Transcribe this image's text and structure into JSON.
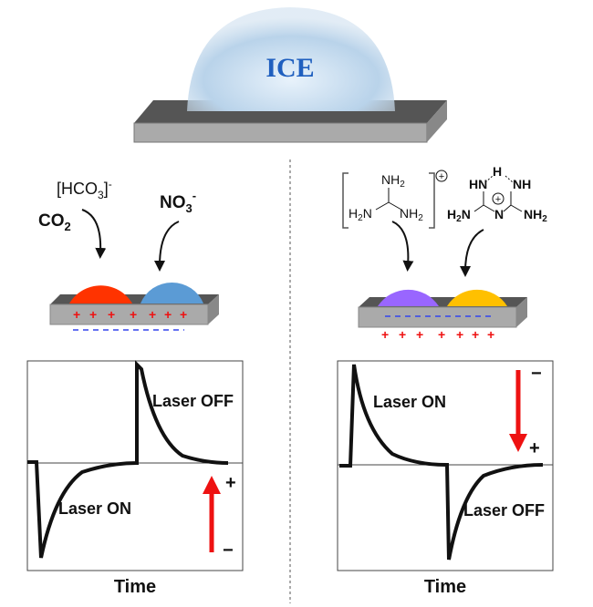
{
  "top": {
    "ice_label": "ICE"
  },
  "left_panel": {
    "species": {
      "bicarbonate": "[HCO",
      "bicarbonate_sub": "3",
      "bicarbonate_sup": "-",
      "co2": "CO",
      "co2_sub": "2",
      "nitrate": "NO",
      "nitrate_sub": "3",
      "nitrate_sup": "-"
    },
    "surface_charge_top": "+",
    "surface_charge_bottom": "−",
    "graph": {
      "label_off": "Laser OFF",
      "label_on": "Laser ON",
      "arrow_plus": "+",
      "arrow_minus": "−",
      "xlabel": "Time"
    }
  },
  "right_panel": {
    "guanidinium": {
      "nh2_top": "NH",
      "h2n_left": "H",
      "nh2_right": "NH",
      "sub2": "2",
      "charge": "+"
    },
    "melaminium": {
      "h": "H",
      "hn": "HN",
      "nh": "NH",
      "h2n": "H",
      "n": "N",
      "nh2": "NH",
      "sub2": "2",
      "charge": "+"
    },
    "graph": {
      "label_on": "Laser ON",
      "label_off": "Laser OFF",
      "arrow_minus": "−",
      "arrow_plus": "+",
      "xlabel": "Time"
    }
  },
  "colors": {
    "red_dome": "#ff3300",
    "blue_dome": "#5b9bd5",
    "purple_dome": "#9966ff",
    "yellow_dome": "#ffc000",
    "ice_text": "#1f5fbf",
    "arrow": "#ee1111"
  }
}
